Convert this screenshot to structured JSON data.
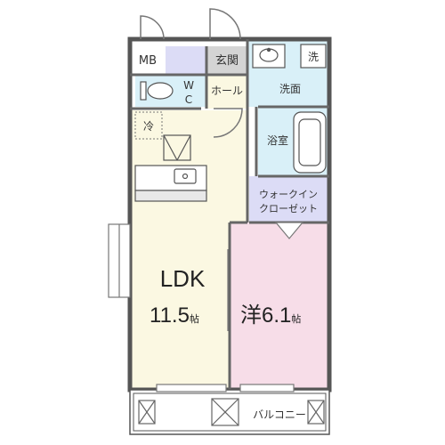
{
  "rooms": {
    "mb": "MB",
    "genkan": "玄関",
    "wc": "W\nC",
    "hall": "ホール",
    "wash": "洗",
    "senmen": "洗面",
    "bath": "浴室",
    "fridge": "冷",
    "walkin": "ウォークイン\nクローゼット",
    "ldk_name": "LDK",
    "ldk_size": "11.5",
    "ldk_unit": "帖",
    "western_name": "洋6.1",
    "western_unit": "帖",
    "balcony": "バルコニー"
  },
  "colors": {
    "wall": "#555555",
    "ldk": "#fbf8e2",
    "western": "#f7dde8",
    "wet": "#d9f0f8",
    "closet": "#dcdcf6",
    "mb": "#dcdcf6",
    "genkan": "#d4d4d4",
    "wc": "#d9f0f8",
    "hall": "#fbf8e2"
  }
}
